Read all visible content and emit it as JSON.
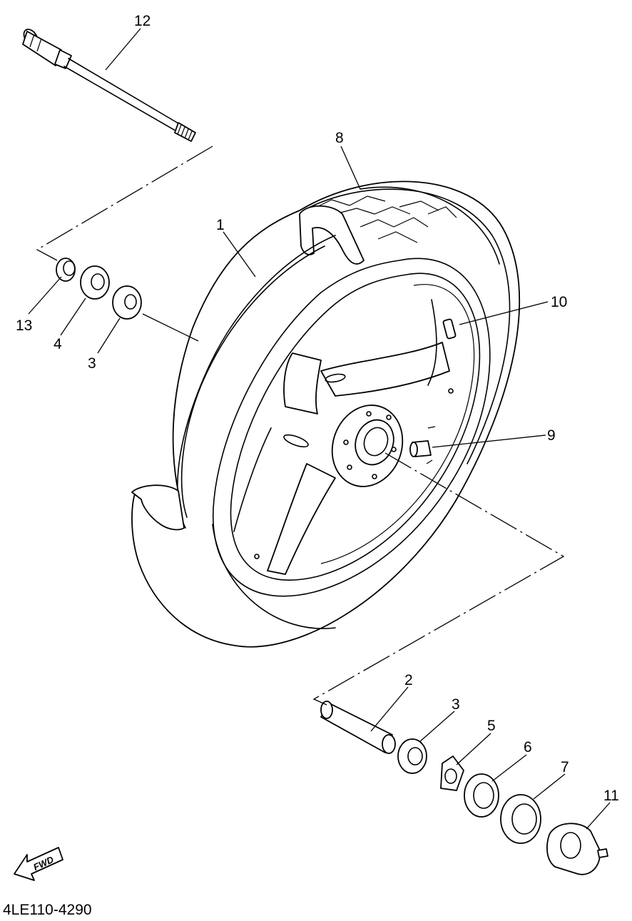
{
  "diagram": {
    "code": "4LE110-4290",
    "fwd_label": "FWD",
    "callouts": [
      {
        "id": "c12",
        "text": "12"
      },
      {
        "id": "c8",
        "text": "8"
      },
      {
        "id": "c1",
        "text": "1"
      },
      {
        "id": "c10",
        "text": "10"
      },
      {
        "id": "c13",
        "text": "13"
      },
      {
        "id": "c4",
        "text": "4"
      },
      {
        "id": "c3a",
        "text": "3"
      },
      {
        "id": "c9",
        "text": "9"
      },
      {
        "id": "c2",
        "text": "2"
      },
      {
        "id": "c3b",
        "text": "3"
      },
      {
        "id": "c5",
        "text": "5"
      },
      {
        "id": "c6",
        "text": "6"
      },
      {
        "id": "c7",
        "text": "7"
      },
      {
        "id": "c11",
        "text": "11"
      }
    ]
  }
}
